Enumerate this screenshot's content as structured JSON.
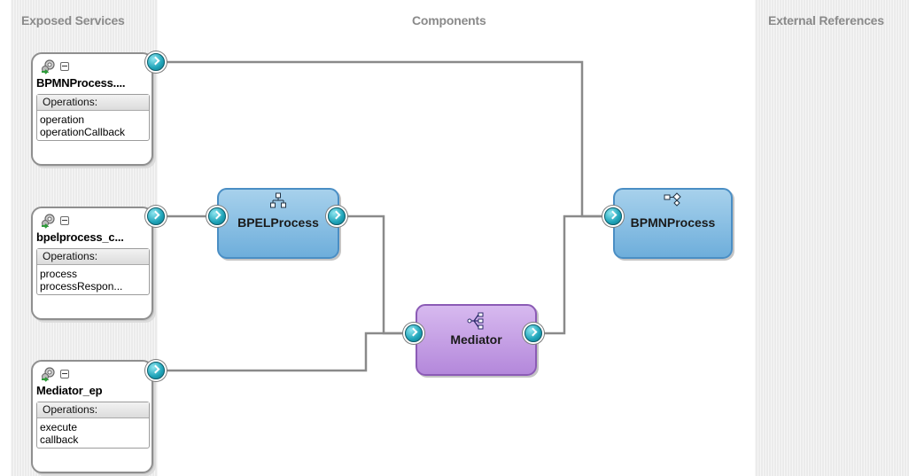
{
  "lanes": {
    "exposed_services": "Exposed Services",
    "components": "Components",
    "external_references": "External References"
  },
  "services": [
    {
      "name": "BPMNProcess....",
      "ops_header": "Operations:",
      "operations": [
        "operation",
        "operationCallback"
      ]
    },
    {
      "name": "bpelprocess_c...",
      "ops_header": "Operations:",
      "operations": [
        "process",
        "processRespon..."
      ]
    },
    {
      "name": "Mediator_ep",
      "ops_header": "Operations:",
      "operations": [
        "execute",
        "callback"
      ]
    }
  ],
  "components": {
    "bpel": {
      "name": "BPELProcess",
      "icon": "bpel-process-icon"
    },
    "mediator": {
      "name": "Mediator",
      "icon": "mediator-icon"
    },
    "bpmn": {
      "name": "BPMNProcess",
      "icon": "bpmn-process-icon"
    }
  },
  "colors": {
    "component_blue": "#8cc2e6",
    "component_purple": "#c8a2e8",
    "port_teal": "#1ea3b8",
    "wire": "#8a8a8a",
    "lane_bg": "#ebebeb"
  }
}
